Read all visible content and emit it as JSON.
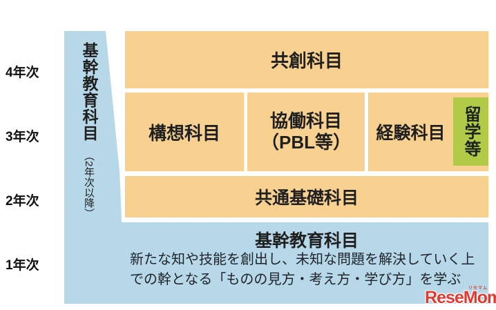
{
  "diagram": {
    "year_labels": [
      "4年次",
      "3年次",
      "2年次",
      "1年次"
    ],
    "band": {
      "title": "基幹教育科目",
      "subtitle": "（2年次以降）"
    },
    "boxes": {
      "co_creation": "共創科目",
      "conception": "構想科目",
      "collaboration_line1": "協働科目",
      "collaboration_line2": "（PBL等）",
      "experience": "経験科目",
      "study_abroad": "留学等",
      "common_basic": "共通基礎科目"
    },
    "bottom": {
      "heading": "基幹教育科目",
      "description_line1": "新たな知や技能を創出し、未知な問題を解決していく上",
      "description_line2": "での幹となる「ものの見方・考え方・学び方」を学ぶ"
    },
    "logo": {
      "text": "ReseMom.",
      "ruby": "リセマム"
    },
    "colors": {
      "box_orange": "#f8d190",
      "band_blue": "#b6d8e9",
      "highlight_green": "#b1cb47",
      "text_dark": "#1f1f1f",
      "logo_red": "#e23a30"
    }
  }
}
